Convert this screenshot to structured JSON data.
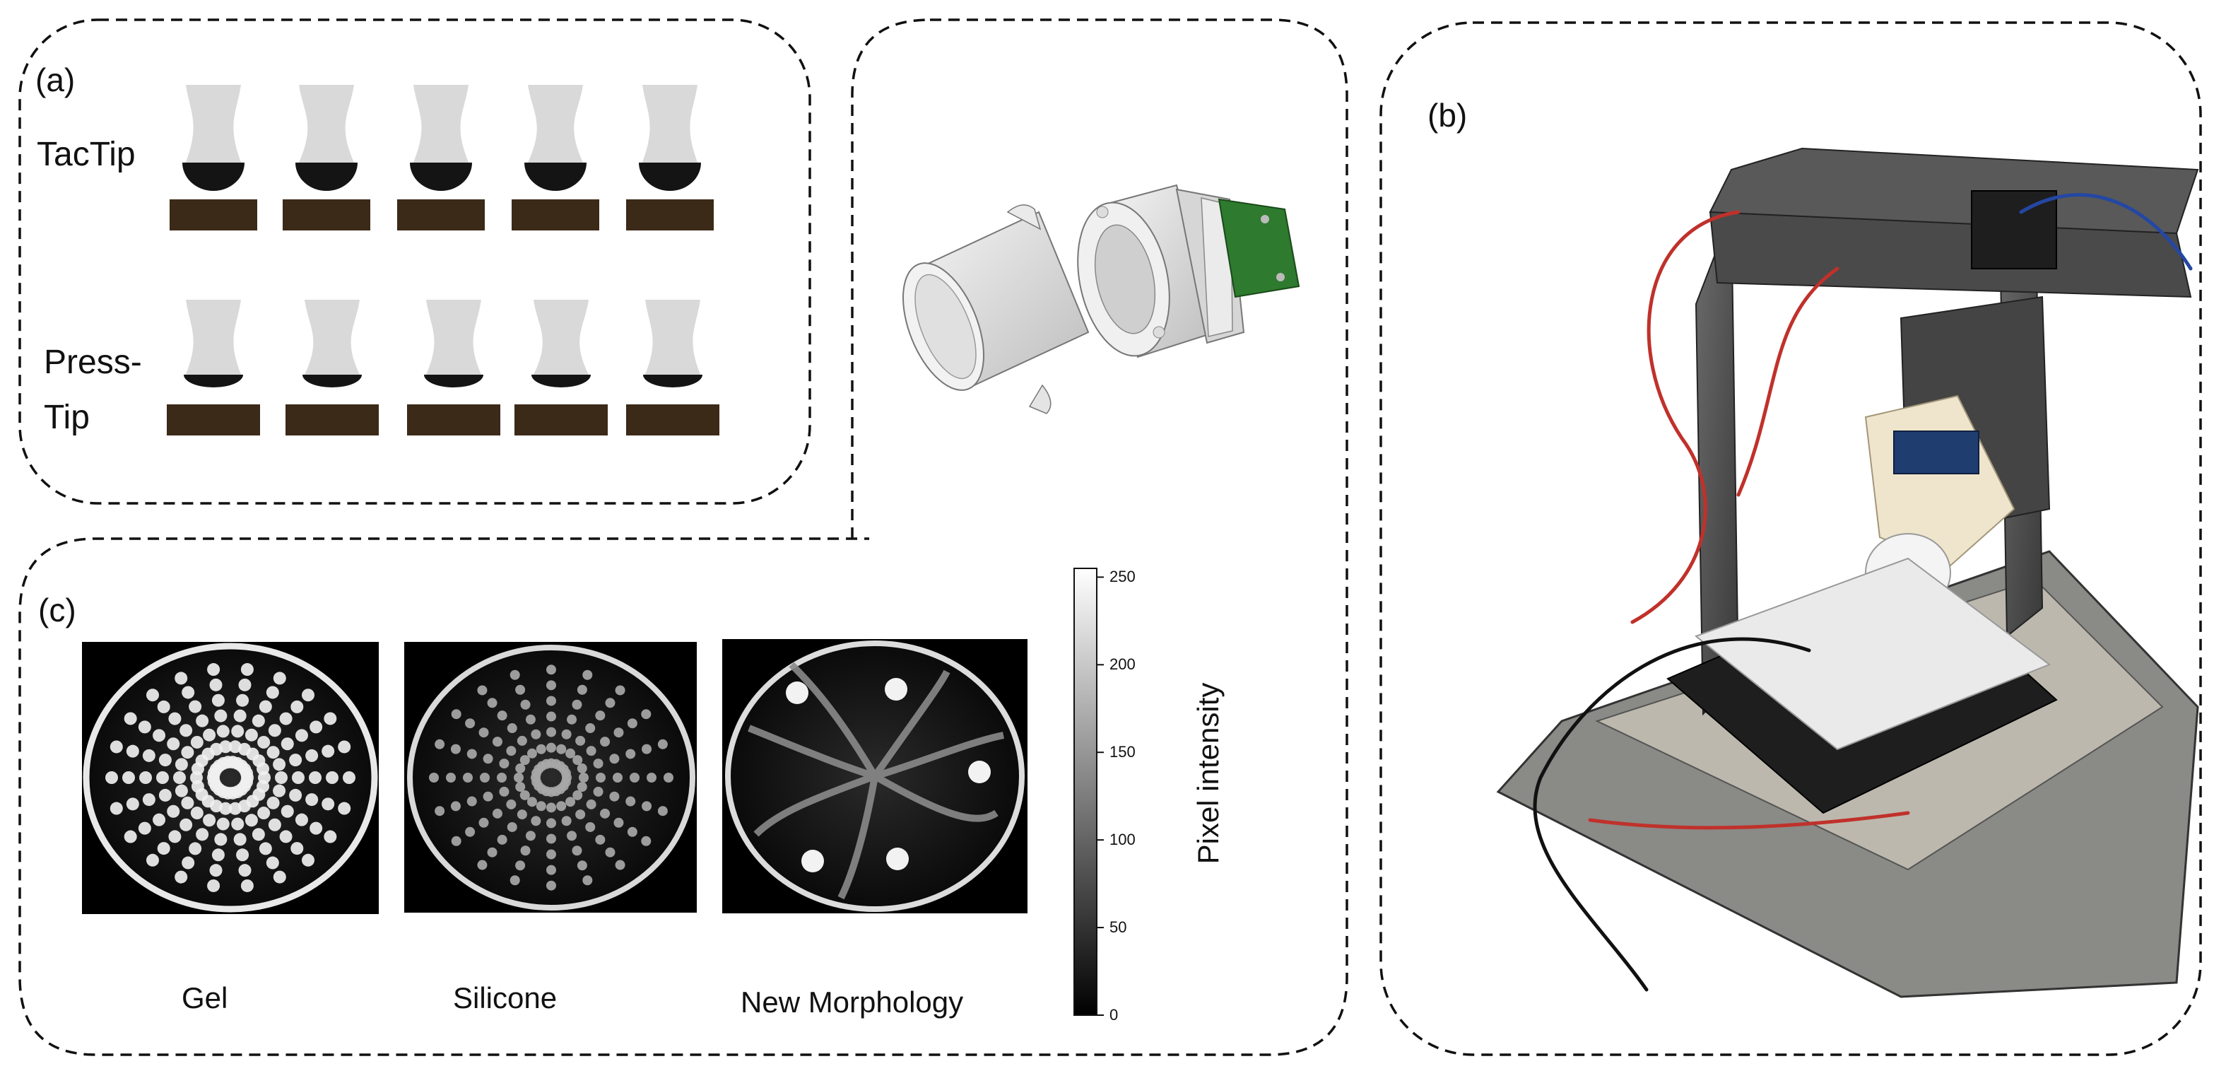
{
  "panels": {
    "a": {
      "letter": "(a)",
      "rows": [
        {
          "label": "TacTip",
          "tips": 5
        },
        {
          "label": "Press-\nTip",
          "tips": 5
        }
      ]
    },
    "b": {
      "letter": "(b)"
    },
    "c": {
      "letter": "(c)",
      "images": [
        {
          "caption": "Gel"
        },
        {
          "caption": "Silicone"
        },
        {
          "caption": "New Morphology"
        }
      ],
      "colorbar": {
        "title": "Pixel intensity",
        "min": 0,
        "max": 255,
        "ticks": [
          "250",
          "200",
          "150",
          "100",
          "50",
          "0"
        ],
        "tick_values": [
          250,
          200,
          150,
          100,
          50,
          0
        ]
      }
    }
  },
  "colors": {
    "tip_body": "#d9d9d9",
    "tip_cap": "#141414",
    "platform": "#3b2a17",
    "pcb": "#2e7a2e",
    "dashed_border": "#111111"
  }
}
